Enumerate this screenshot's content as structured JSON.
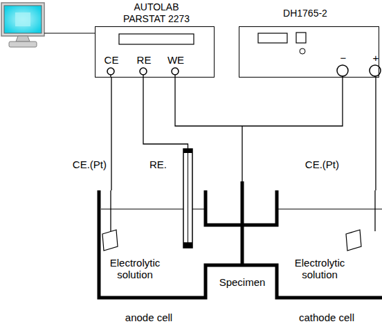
{
  "diagram": {
    "nodes": [
      {
        "text": [
          "AUTOLAB PARSTAT 2273",
          "CE",
          "RE",
          "WE"
        ]
      },
      {
        "text": [
          "DH1765-2",
          "−",
          "+"
        ]
      },
      {
        "text": [
          "Electrolytic solution",
          "anode cell"
        ]
      },
      {
        "text": [
          "Electrolytic solution",
          "cathode cell"
        ]
      }
    ],
    "edges": [
      {
        "from": 0,
        "to": 2,
        "arrow": "none"
      },
      {
        "from": 1,
        "to": 3,
        "arrow": "none"
      }
    ],
    "labels": [
      "CE.(Pt)",
      "RE.",
      "CE.(Pt)",
      "Specimen"
    ]
  }
}
